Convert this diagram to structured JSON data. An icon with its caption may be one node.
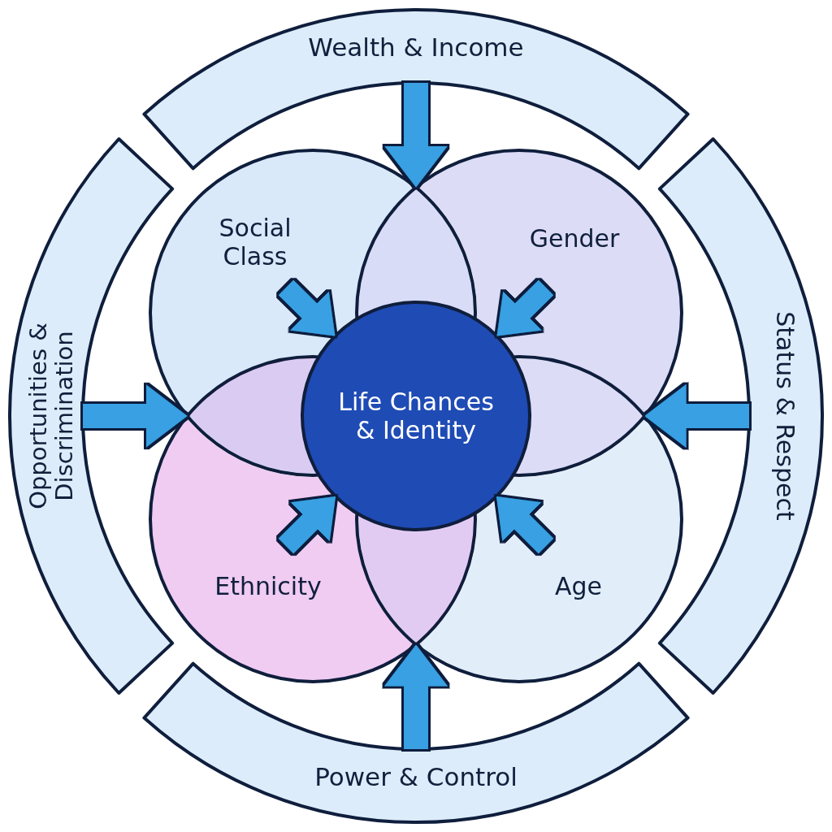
{
  "diagram": {
    "nodes": [
      {
        "text": [
          "Wealth & Income"
        ]
      },
      {
        "text": [
          "Social Class"
        ]
      },
      {
        "text": [
          "Gender"
        ]
      },
      {
        "text": [
          "Opportunities & Discrimination"
        ]
      },
      {
        "text": [
          "Life Chances & Identity"
        ]
      },
      {
        "text": [
          "Status & Respect"
        ]
      },
      {
        "text": [
          "Ethnicity"
        ]
      },
      {
        "text": [
          "Age"
        ]
      },
      {
        "text": [
          "Power & Control"
        ]
      }
    ],
    "edges": [
      {
        "from": 0,
        "to": 1,
        "arrow": "to"
      },
      {
        "from": 1,
        "to": 4,
        "arrow": "to"
      },
      {
        "from": 2,
        "to": 4,
        "arrow": "to"
      },
      {
        "from": 3,
        "to": 1,
        "arrow": "to"
      },
      {
        "from": 5,
        "to": 2,
        "arrow": "to"
      },
      {
        "from": 6,
        "to": 4,
        "arrow": "to"
      },
      {
        "from": 7,
        "to": 4,
        "arrow": "to"
      },
      {
        "from": 8,
        "to": 6,
        "arrow": "to"
      }
    ]
  }
}
